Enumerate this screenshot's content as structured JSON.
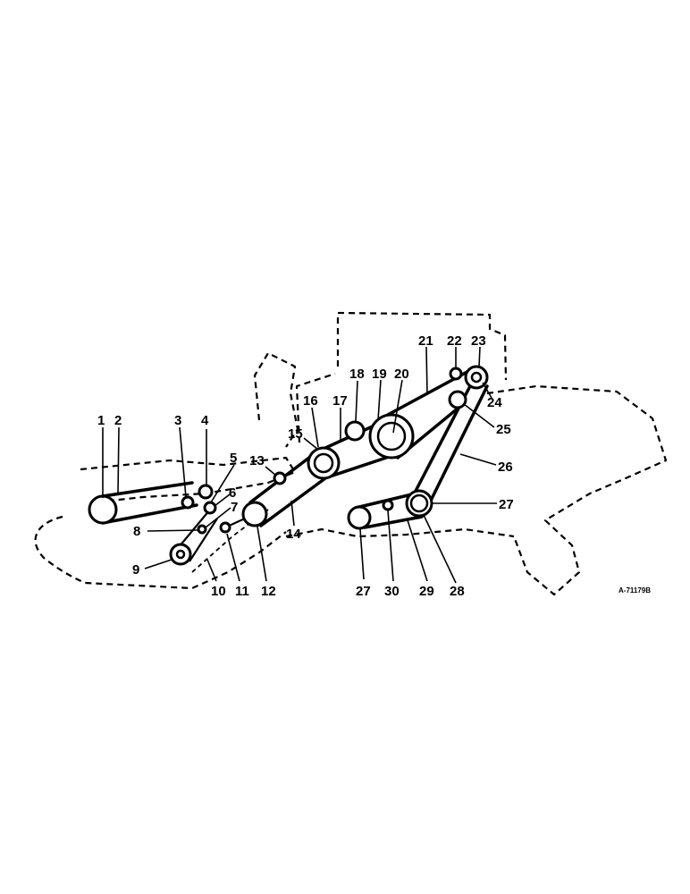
{
  "figure": {
    "reference": "A-71179B",
    "callouts": [
      {
        "id": "c1",
        "text": "1"
      },
      {
        "id": "c2",
        "text": "2"
      },
      {
        "id": "c3",
        "text": "3"
      },
      {
        "id": "c4",
        "text": "4"
      },
      {
        "id": "c5",
        "text": "5"
      },
      {
        "id": "c6",
        "text": "6"
      },
      {
        "id": "c7",
        "text": "7"
      },
      {
        "id": "c8",
        "text": "8"
      },
      {
        "id": "c9",
        "text": "9"
      },
      {
        "id": "c10",
        "text": "10"
      },
      {
        "id": "c11",
        "text": "11"
      },
      {
        "id": "c12",
        "text": "12"
      },
      {
        "id": "c13",
        "text": "13"
      },
      {
        "id": "c14",
        "text": "14"
      },
      {
        "id": "c15",
        "text": "15"
      },
      {
        "id": "c16",
        "text": "16"
      },
      {
        "id": "c17",
        "text": "17"
      },
      {
        "id": "c18",
        "text": "18"
      },
      {
        "id": "c19",
        "text": "19"
      },
      {
        "id": "c20",
        "text": "20"
      },
      {
        "id": "c21",
        "text": "21"
      },
      {
        "id": "c22",
        "text": "22"
      },
      {
        "id": "c23",
        "text": "23"
      },
      {
        "id": "c24",
        "text": "24"
      },
      {
        "id": "c25",
        "text": "25"
      },
      {
        "id": "c26",
        "text": "26"
      },
      {
        "id": "c27a",
        "text": "27"
      },
      {
        "id": "c27b",
        "text": "27"
      },
      {
        "id": "c28",
        "text": "28"
      },
      {
        "id": "c29",
        "text": "29"
      },
      {
        "id": "c30",
        "text": "30"
      }
    ]
  }
}
